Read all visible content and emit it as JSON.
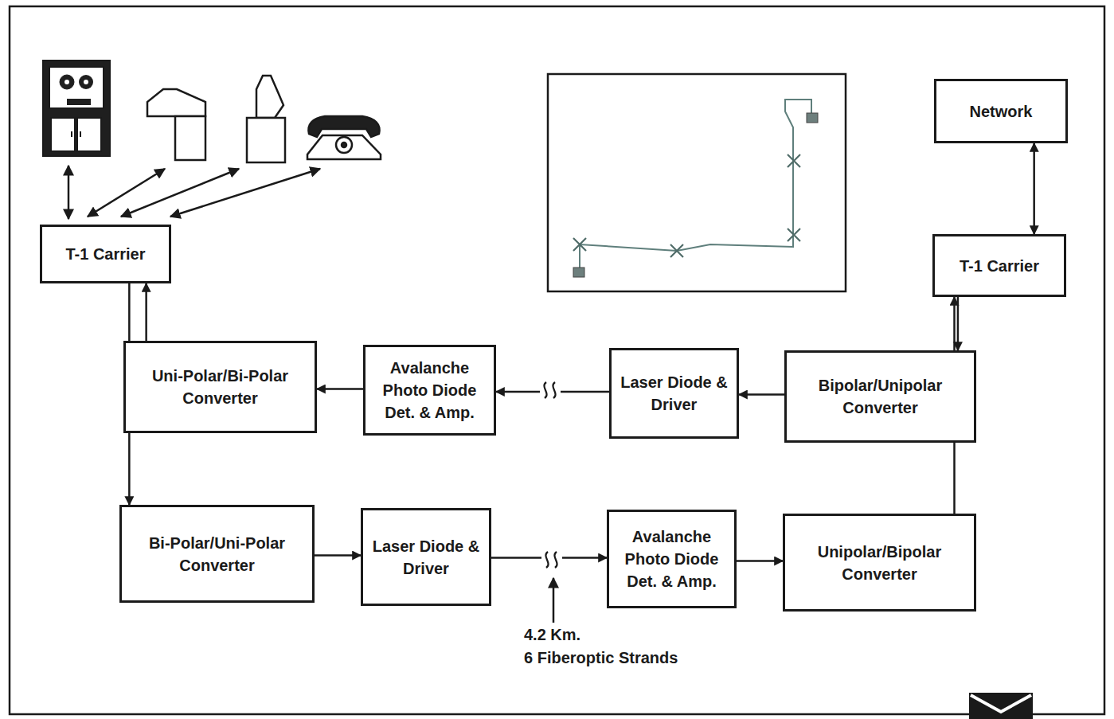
{
  "diagram": {
    "nodes": [
      {
        "text": [
          "T-1 Carrier"
        ]
      },
      {
        "text": [
          "Network"
        ]
      },
      {
        "text": [
          "T-1 Carrier"
        ]
      },
      {
        "text": [
          "Uni-Polar/Bi-Polar Converter"
        ]
      },
      {
        "text": [
          "Avalanche Photo Diode Det. & Amp."
        ]
      },
      {
        "text": [
          "Laser Diode & Driver"
        ]
      },
      {
        "text": [
          "Bipolar/Unipolar Converter"
        ]
      },
      {
        "text": [
          "Bi-Polar/Uni-Polar Converter"
        ]
      },
      {
        "text": [
          "Laser Diode & Driver"
        ]
      },
      {
        "text": [
          "Avalanche Photo Diode Det. & Amp."
        ]
      },
      {
        "text": [
          "Unipolar/Bipolar Converter"
        ]
      }
    ],
    "edges": [
      {
        "from": 1,
        "to": 2,
        "arrow": "both"
      },
      {
        "from": 2,
        "to": 6,
        "arrow": "to"
      },
      {
        "from": 6,
        "to": 5,
        "arrow": "to"
      },
      {
        "from": 5,
        "to": 4,
        "arrow": "to"
      },
      {
        "from": 4,
        "to": 3,
        "arrow": "to"
      },
      {
        "from": 3,
        "to": 0,
        "arrow": "to"
      },
      {
        "from": 0,
        "to": 7,
        "arrow": "to"
      },
      {
        "from": 7,
        "to": 8,
        "arrow": "to"
      },
      {
        "from": 8,
        "to": 9,
        "arrow": "to"
      },
      {
        "from": 9,
        "to": 10,
        "arrow": "to"
      },
      {
        "from": 10,
        "to": 2,
        "arrow": "to"
      }
    ],
    "labels": [
      "4.2 Km.",
      "6 Fiberoptic Strands"
    ]
  }
}
